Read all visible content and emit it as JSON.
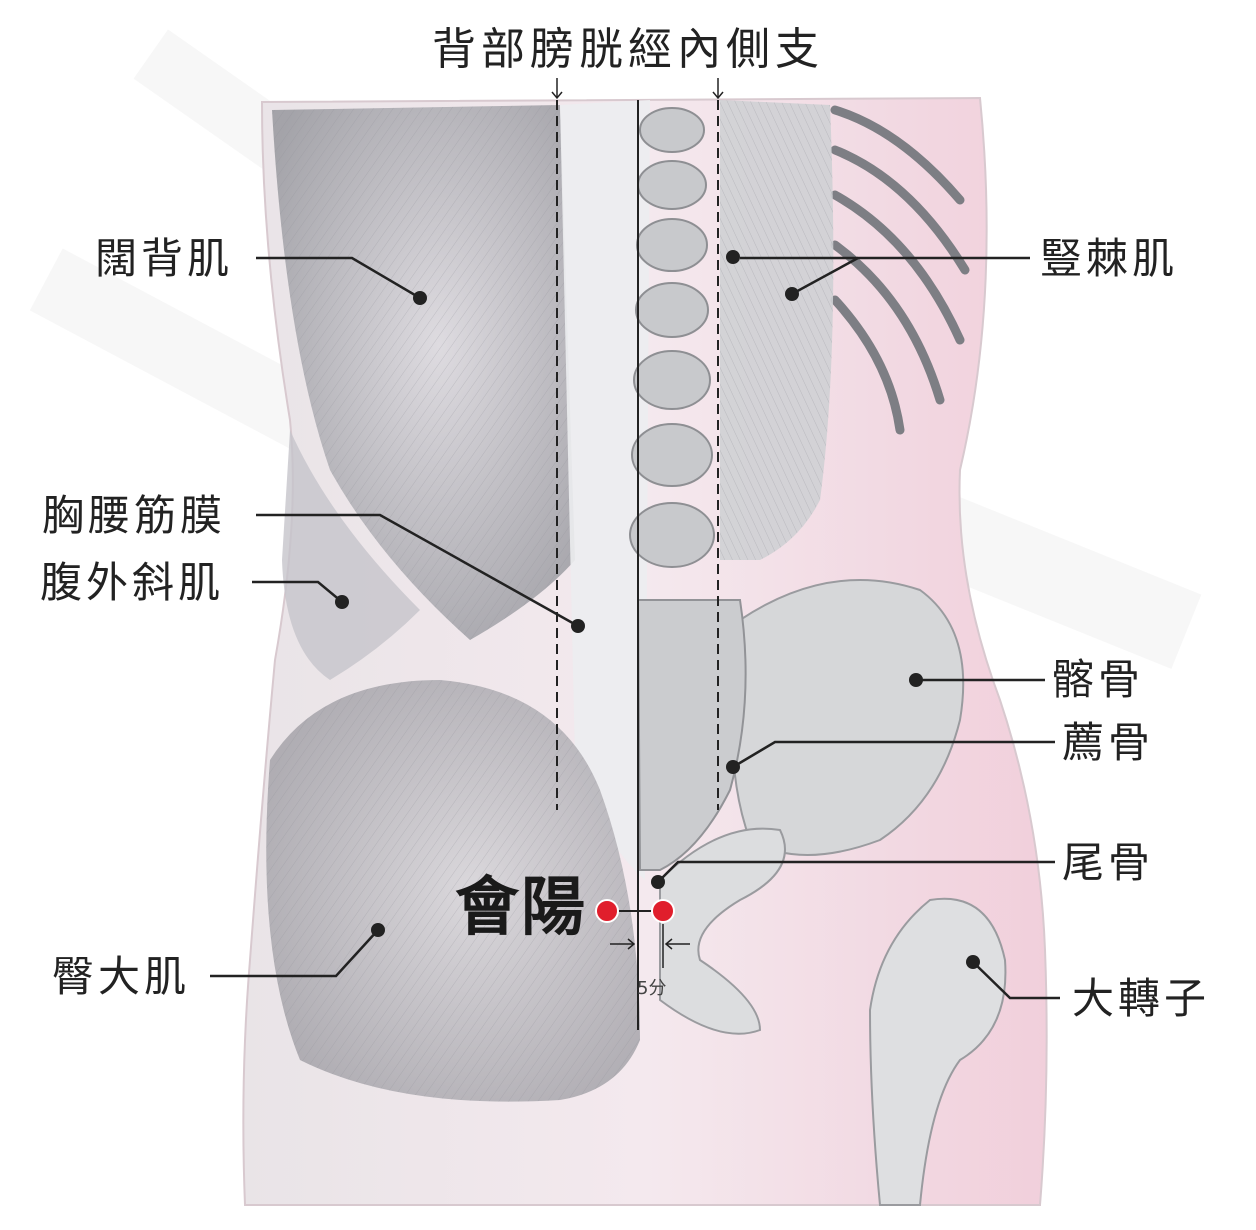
{
  "title": "背部膀胱經內側支",
  "point": {
    "name": "會陽",
    "offset": "5分",
    "color": "#e01e2c"
  },
  "labels": {
    "latissimus": "闊背肌",
    "erector": "豎棘肌",
    "thoracolumbar": "胸腰筋膜",
    "external_oblique": "腹外斜肌",
    "ilium": "髂骨",
    "sacrum": "薦骨",
    "coccyx": "尾骨",
    "gluteus_maximus": "臀大肌",
    "greater_trochanter": "大轉子"
  },
  "colors": {
    "skin": "#f2d6df",
    "muscle": "#b9bcc2",
    "bone": "#d9dadc",
    "line": "#222222",
    "watermark": "#ececec"
  }
}
